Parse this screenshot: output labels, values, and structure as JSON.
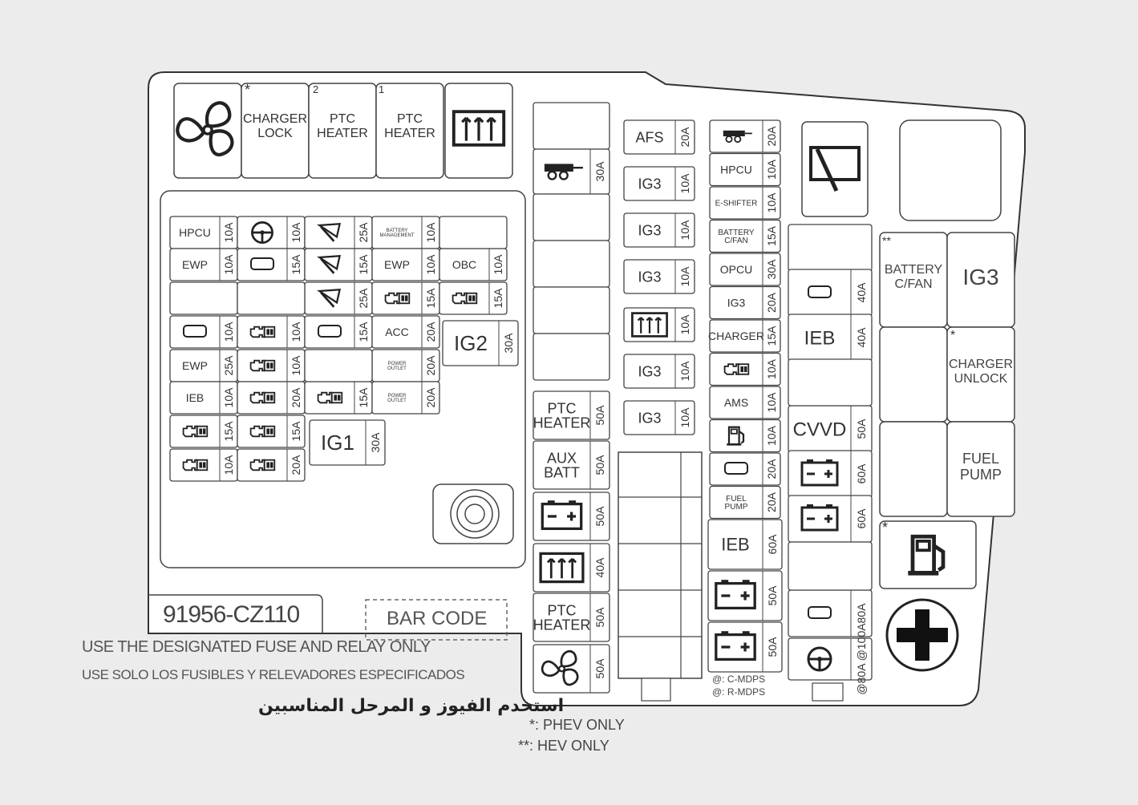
{
  "part_number": "91956-CZ110",
  "barcode_label": "BAR CODE",
  "notices": {
    "english": "USE THE DESIGNATED FUSE AND RELAY ONLY",
    "spanish": "USE SOLO LOS FUSIBLES Y RELEVADORES ESPECIFICADOS",
    "arabic": "استخدم الفيوز و المرحل المناسبين"
  },
  "legend": {
    "phev": "*: PHEV ONLY",
    "hev": "**: HEV ONLY"
  },
  "relays_top": [
    {
      "icon": "fan-icon",
      "label": ""
    },
    {
      "icon": "",
      "label": "CHARGER LOCK",
      "mark": "*"
    },
    {
      "icon": "",
      "label": "PTC HEATER",
      "num": "2"
    },
    {
      "icon": "",
      "label": "PTC HEATER",
      "num": "1"
    },
    {
      "icon": "rear-defroster-icon",
      "label": ""
    }
  ],
  "left_block_fuses": [
    {
      "label": "HPCU",
      "amp": "10A"
    },
    {
      "icon": "steering-wheel-icon",
      "amp": "10A"
    },
    {
      "icon": "wiper-icon",
      "amp": "25A"
    },
    {
      "label": "BATTERY MANAGEMENT",
      "amp": "10A"
    },
    {
      "label": "EWP",
      "amp": "10A"
    },
    {
      "icon": "headlamp-icon",
      "amp": "15A"
    },
    {
      "icon": "rear-wiper-icon",
      "amp": "15A"
    },
    {
      "label": "EWP",
      "amp": "10A"
    },
    {
      "label": "OBC",
      "amp": "10A"
    },
    {
      "icon": "wiper-icon",
      "amp": "25A"
    },
    {
      "icon": "engine-icon",
      "amp": "15A"
    },
    {
      "icon": "engine-icon",
      "amp": "15A"
    },
    {
      "icon": "car-sensor-icon",
      "amp": "10A"
    },
    {
      "icon": "engine-icon",
      "amp": "10A"
    },
    {
      "icon": "horn-icon",
      "amp": "15A"
    },
    {
      "label": "ACC",
      "amp": "20A"
    },
    {
      "label": "IG2",
      "amp": "30A"
    },
    {
      "label": "EWP",
      "amp": "25A"
    },
    {
      "icon": "engine-icon",
      "amp": "10A"
    },
    {
      "label": "POWER OUTLET",
      "amp": "20A"
    },
    {
      "label": "IEB",
      "amp": "10A"
    },
    {
      "icon": "engine-icon",
      "amp": "20A"
    },
    {
      "icon": "engine-icon",
      "amp": "15A"
    },
    {
      "label": "POWER OUTLET",
      "amp": "20A"
    },
    {
      "icon": "engine-icon",
      "amp": "15A"
    },
    {
      "icon": "engine-icon",
      "amp": "15A"
    },
    {
      "label": "IG1",
      "amp": "30A"
    },
    {
      "icon": "engine-icon",
      "amp": "10A"
    },
    {
      "icon": "engine-icon",
      "amp": "20A"
    }
  ],
  "center_fuses": [
    {
      "icon": "trailer-icon",
      "amp": "30A"
    },
    {
      "label": "PTC HEATER",
      "amp": "50A"
    },
    {
      "label": "AUX BATT",
      "amp": "50A"
    },
    {
      "icon": "battery-icon",
      "amp": "50A"
    },
    {
      "icon": "rear-defroster-icon",
      "amp": "40A"
    },
    {
      "label": "PTC HEATER",
      "amp": "50A"
    },
    {
      "icon": "fan-icon",
      "amp": "50A"
    }
  ],
  "ig_column": [
    {
      "label": "AFS",
      "amp": "20A"
    },
    {
      "label": "IG3",
      "amp": "10A"
    },
    {
      "label": "IG3",
      "amp": "10A"
    },
    {
      "label": "IG3",
      "amp": "10A"
    },
    {
      "icon": "defroster-icon",
      "amp": "10A"
    },
    {
      "label": "IG3",
      "amp": "10A"
    },
    {
      "label": "IG3",
      "amp": "10A"
    }
  ],
  "right_column_fuses": [
    {
      "icon": "trailer-icon",
      "amp": "20A"
    },
    {
      "label": "HPCU",
      "amp": "10A"
    },
    {
      "label": "E-SHIFTER",
      "amp": "10A"
    },
    {
      "label": "BATTERY C/FAN",
      "amp": "15A"
    },
    {
      "label": "OPCU",
      "amp": "30A"
    },
    {
      "label": "IG3",
      "amp": "20A"
    },
    {
      "label": "CHARGER",
      "amp": "15A"
    },
    {
      "icon": "engine-icon",
      "amp": "10A"
    },
    {
      "label": "AMS",
      "amp": "10A"
    },
    {
      "icon": "fuel-icon",
      "amp": "10A"
    },
    {
      "icon": "4wd-icon",
      "amp": "20A"
    },
    {
      "label": "FUEL PUMP",
      "amp": "20A"
    },
    {
      "label": "IEB",
      "amp": "60A"
    },
    {
      "icon": "battery-icon",
      "amp": "50A"
    },
    {
      "icon": "battery-icon",
      "amp": "50A"
    }
  ],
  "mid_right": [
    {
      "icon": "tailgate-icon",
      "amp": "40A"
    },
    {
      "label": "IEB",
      "amp": "40A"
    },
    {
      "label": "CVVD",
      "amp": "50A"
    },
    {
      "icon": "battery-icon",
      "amp": "60A"
    },
    {
      "icon": "battery-icon",
      "amp": "60A"
    },
    {
      "icon": "ignition-battery-icon",
      "amp": "80A"
    },
    {
      "icon": "steering-wheel-icon",
      "amp": "@80A @100A"
    }
  ],
  "mdps_notes": [
    "@: C-MDPS",
    "@: R-MDPS"
  ],
  "right_relays": [
    {
      "label": "BATTERY C/FAN",
      "mark": "**"
    },
    {
      "label": "IG3"
    },
    {
      "label": "CHARGER UNLOCK",
      "mark": "*"
    },
    {
      "label": "FUEL PUMP"
    },
    {
      "icon": "fuel-icon",
      "mark": "*"
    }
  ],
  "pos_terminal_icon": "positive-terminal-icon",
  "wiper_relay_icon": "wiper-icon"
}
